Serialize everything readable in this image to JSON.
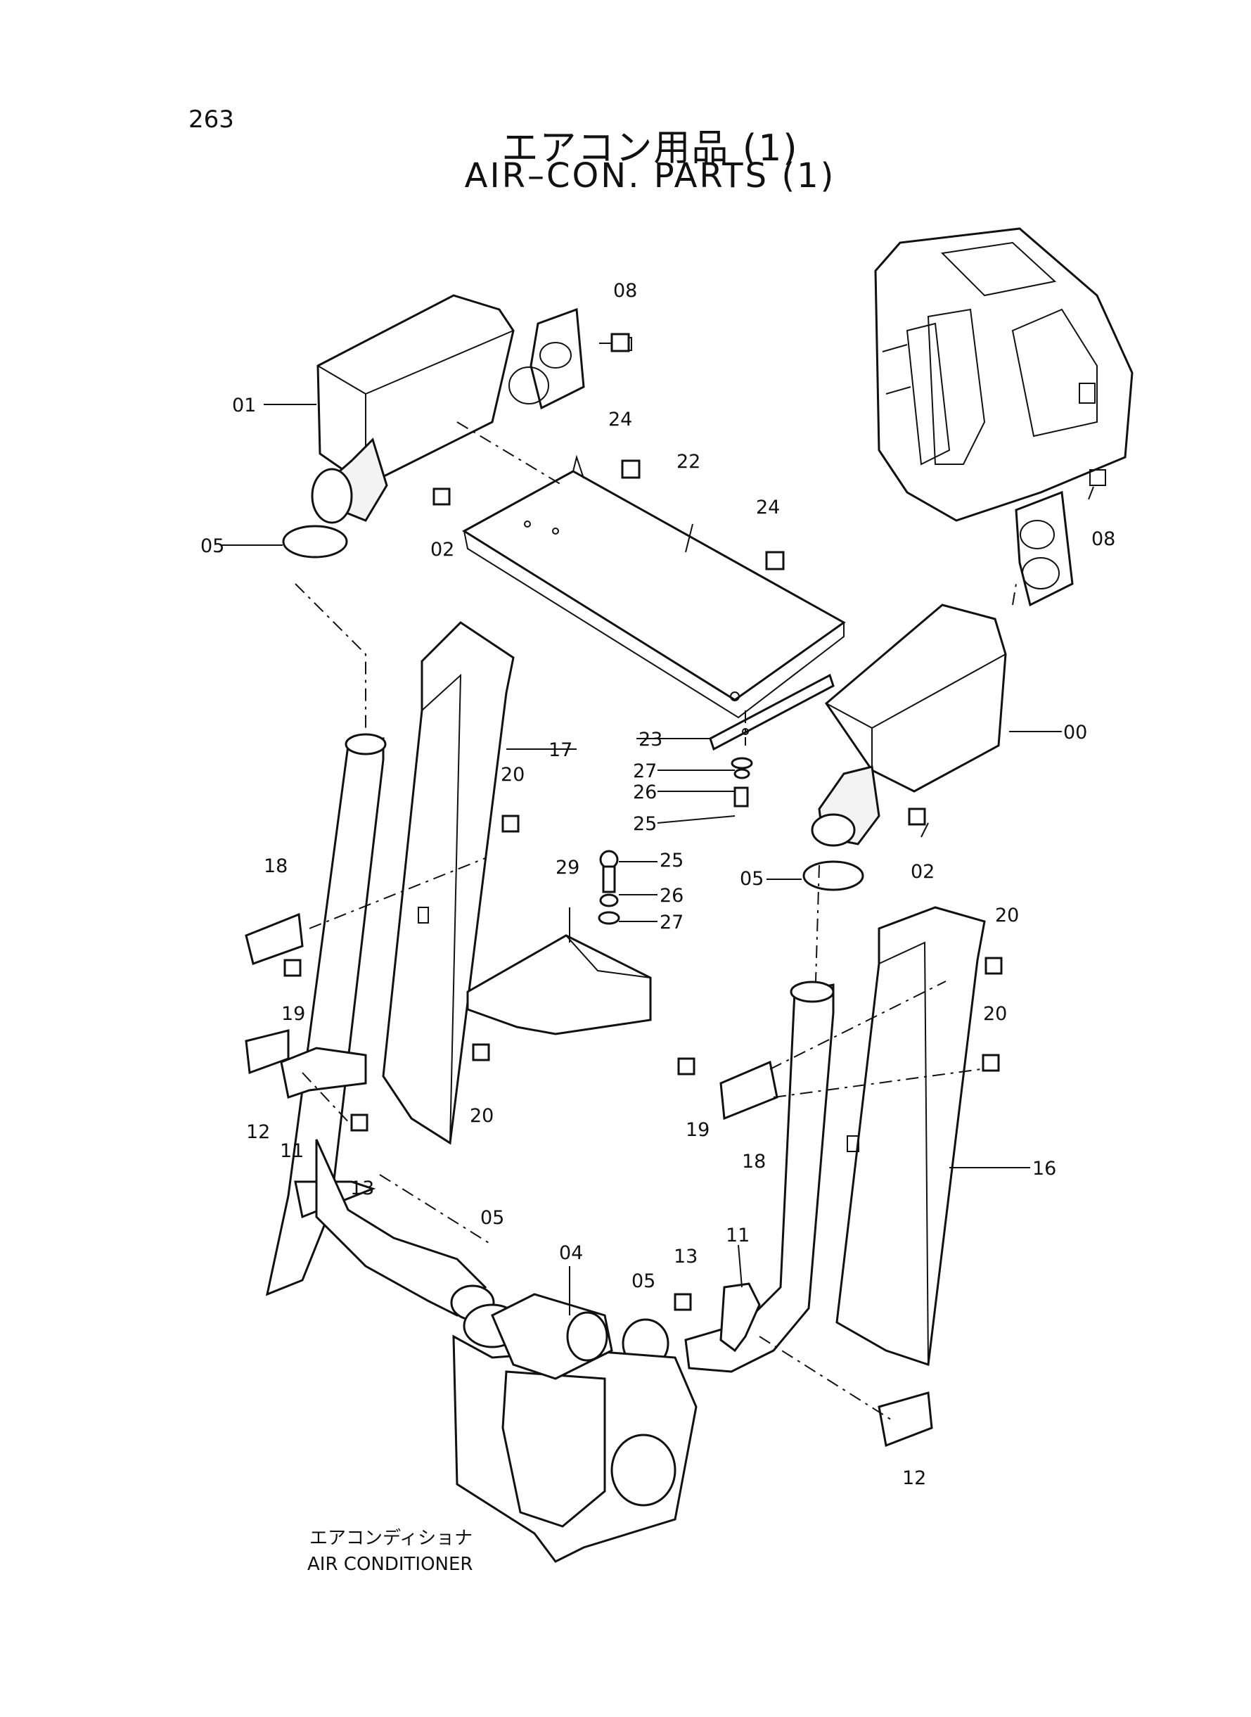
{
  "page": {
    "number": "263",
    "title_jp": "エアコン用品 (1)",
    "title_en": "AIR–CON. PARTS (1)"
  },
  "caption": {
    "jp": "エアコンディショナ",
    "en": "AIR CONDITIONER"
  },
  "callouts": {
    "c00": "00",
    "c01": "01",
    "c02a": "02",
    "c02b": "02",
    "c04": "04",
    "c05a": "05",
    "c05b": "05",
    "c05c": "05",
    "c05d": "05",
    "c08a": "08",
    "c08b": "08",
    "c11a": "11",
    "c11b": "11",
    "c12a": "12",
    "c12b": "12",
    "c13a": "13",
    "c13b": "13",
    "c16": "16",
    "c17": "17",
    "c18a": "18",
    "c18b": "18",
    "c19a": "19",
    "c19b": "19",
    "c20a": "20",
    "c20b": "20",
    "c20c": "20",
    "c20d": "20",
    "c22": "22",
    "c23": "23",
    "c24a": "24",
    "c24b": "24",
    "c25a": "25",
    "c25b": "25",
    "c26a": "26",
    "c26b": "26",
    "c27a": "27",
    "c27b": "27",
    "c29": "29"
  }
}
